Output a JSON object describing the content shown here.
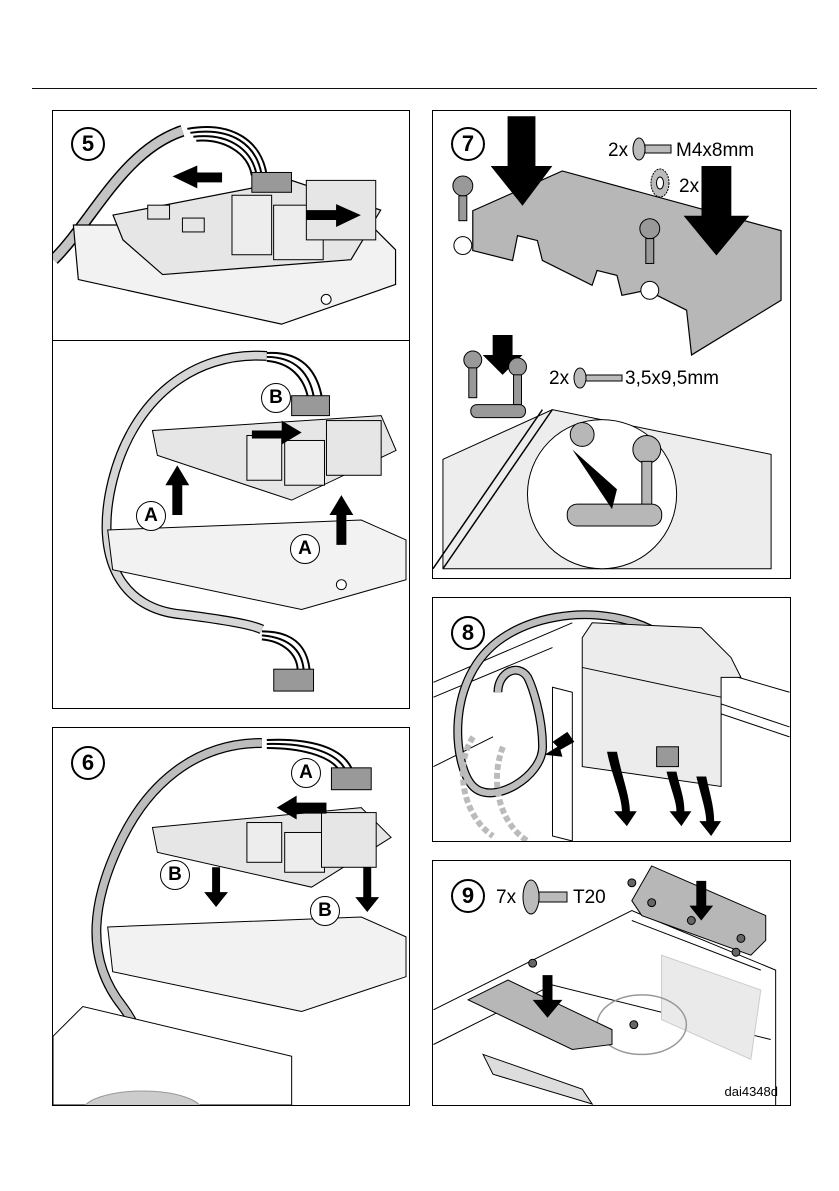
{
  "page": {
    "drawing_code": "dai4348d"
  },
  "panels": [
    {
      "id": "5",
      "step_label": "5"
    },
    {
      "id": "5b",
      "step_label": "",
      "callouts": [
        "A",
        "A",
        "B"
      ]
    },
    {
      "id": "6",
      "step_label": "6",
      "callouts": [
        "A",
        "B",
        "B"
      ]
    },
    {
      "id": "7",
      "step_label": "7",
      "parts": [
        {
          "qty": "2x",
          "spec": "M4x8mm",
          "icon": "torx-screw-icon"
        },
        {
          "qty": "2x",
          "spec": "",
          "icon": "lock-washer-icon"
        },
        {
          "qty": "2x",
          "spec": "3,5x9,5mm",
          "icon": "phillips-screw-icon"
        }
      ]
    },
    {
      "id": "8",
      "step_label": "8"
    },
    {
      "id": "9",
      "step_label": "9",
      "parts": [
        {
          "qty": "7x",
          "spec": "T20",
          "icon": "torx-flange-screw-icon"
        }
      ]
    }
  ],
  "colors": {
    "line": "#000000",
    "part_fill": "#e9e9e9",
    "cover_fill": "#b7b7b7",
    "cable_fill": "#bdbdbd"
  }
}
